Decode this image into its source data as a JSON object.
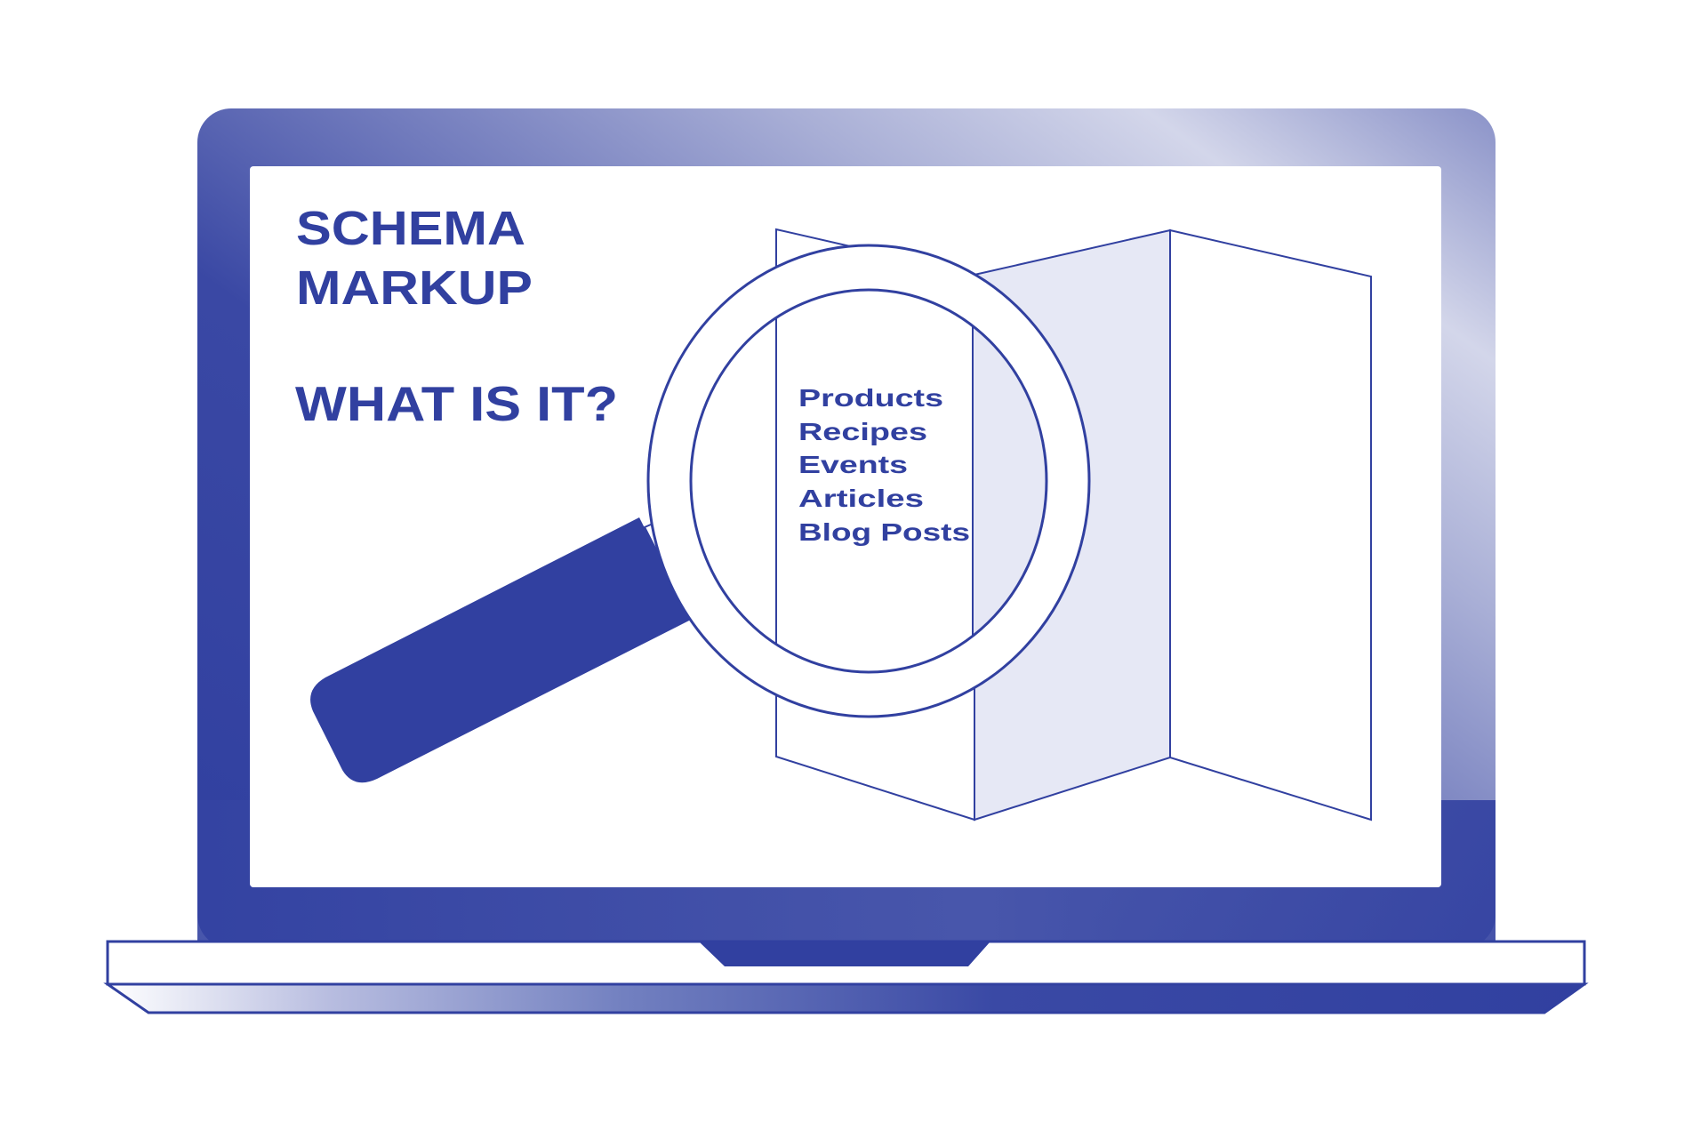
{
  "illustration": {
    "title_line1": "SCHEMA",
    "title_line2": "MARKUP",
    "subtitle": "WHAT IS IT?",
    "list_items": [
      "Products",
      "Recipes",
      "Events",
      "Articles",
      "Blog Posts"
    ]
  },
  "icons": {
    "laptop": "laptop-icon",
    "magnifier": "magnifying-glass-icon",
    "map": "folded-map-icon"
  },
  "colors": {
    "primary": "#3140a0",
    "lid_light": "#d3d6ea",
    "map_shade": "#e6e8f5",
    "background": "#ffffff"
  }
}
